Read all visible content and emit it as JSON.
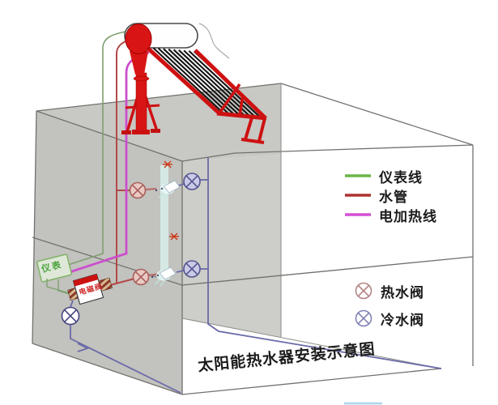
{
  "title": {
    "text": "太阳能热水器安装示意图"
  },
  "legend_lines": {
    "items": [
      {
        "label": "仪表线",
        "color": "#6ab648"
      },
      {
        "label": "水管",
        "color": "#b03030"
      },
      {
        "label": "电加热线",
        "color": "#d44fd4"
      }
    ]
  },
  "legend_valves": {
    "items": [
      {
        "label": "热水阀",
        "color": "#b08080"
      },
      {
        "label": "冷水阀",
        "color": "#7e7eb4"
      }
    ]
  },
  "labels": {
    "meter": "仪表",
    "solenoid": "电磁阀"
  },
  "colors": {
    "roof_gray": "#c8c8c4",
    "left_wall_gray": "#c2c2be",
    "interior_gray": "#cdcdc9",
    "heater_red": "#d91414",
    "pipe_red": "#b24848",
    "pipe_blue": "#6a6aa8",
    "pipe_magenta": "#cc4fcc",
    "instrument_green": "#7fa070",
    "shower_cyan": "#d9efea"
  }
}
